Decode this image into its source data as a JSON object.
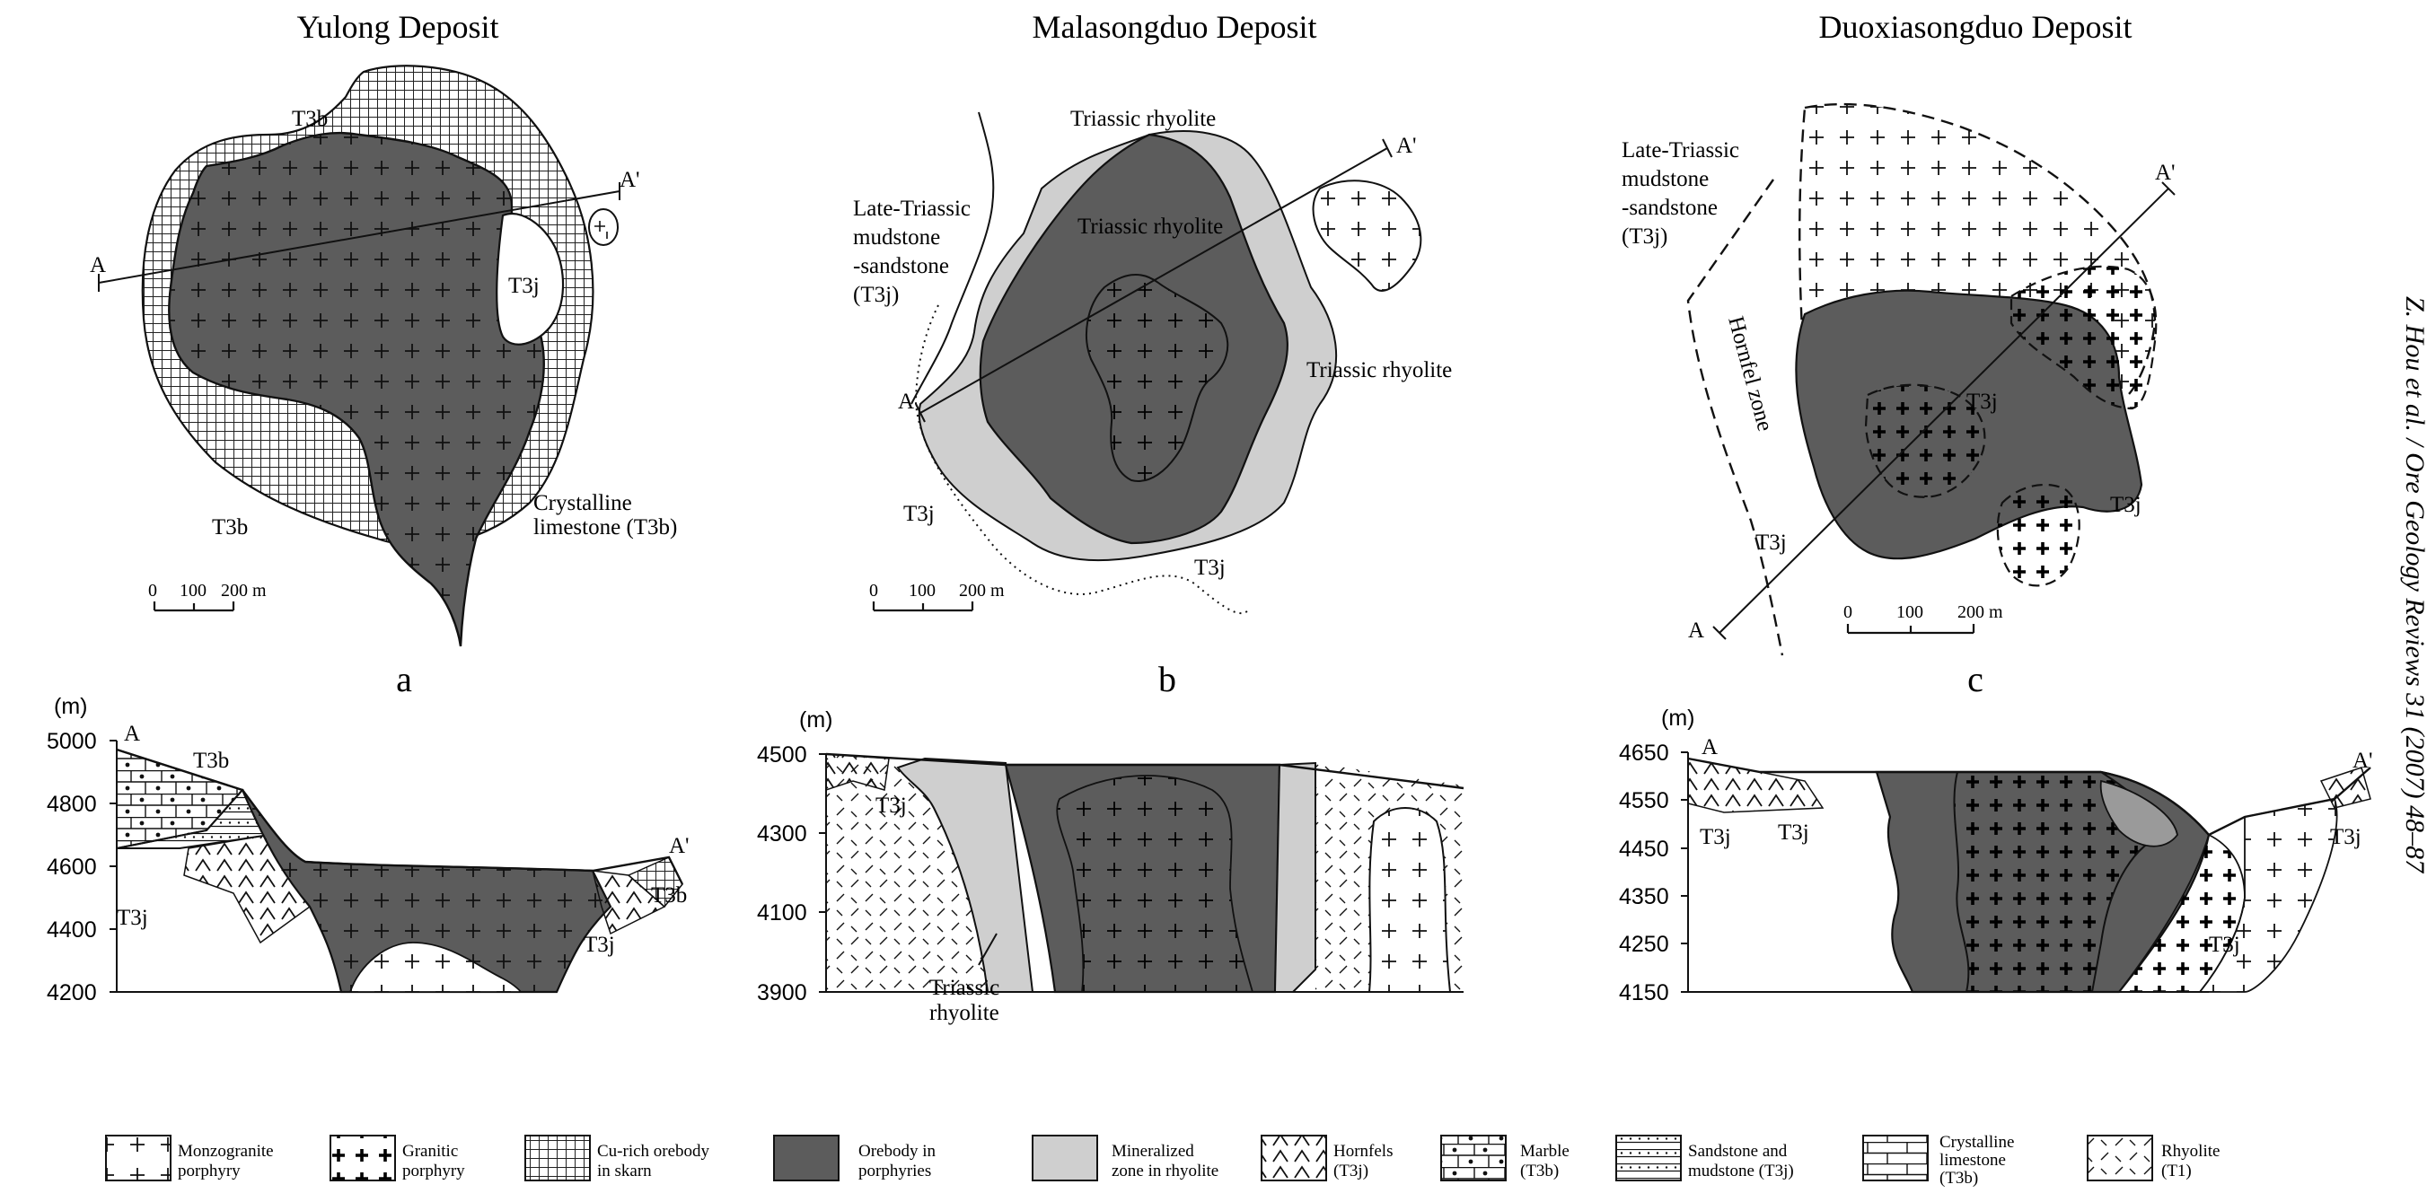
{
  "maps": [
    {
      "title": "Yulong Deposit",
      "panel": "a",
      "labels": [
        "T3b",
        "T3j",
        "T3b",
        "Crystalline",
        "limestone (T3b)"
      ],
      "section": {
        "start": "A",
        "end": "A'"
      },
      "scalebar": {
        "ticks": [
          "0",
          "100",
          "200 m"
        ]
      }
    },
    {
      "title": "Malasongduo Deposit",
      "panel": "b",
      "labels": [
        "Triassic rhyolite",
        "Triassic rhyolite",
        "Triassic rhyolite",
        "Late-Triassic",
        "mudstone",
        "-sandstone",
        "(T3j)",
        "T3j",
        "T3j"
      ],
      "section": {
        "start": "A",
        "end": "A'"
      },
      "scalebar": {
        "ticks": [
          "0",
          "100",
          "200 m"
        ]
      }
    },
    {
      "title": "Duoxiasongduo Deposit",
      "panel": "c",
      "labels": [
        "Late-Triassic",
        "mudstone",
        "-sandstone",
        "(T3j)",
        "Hornfel zone",
        "T3j",
        "T3j",
        "T3j"
      ],
      "section": {
        "start": "A",
        "end": "A'"
      },
      "scalebar": {
        "ticks": [
          "0",
          "100",
          "200 m"
        ]
      }
    }
  ],
  "sections": [
    {
      "unit": "(m)",
      "yticks": [
        "5000",
        "4800",
        "4600",
        "4400",
        "4200"
      ],
      "labels": [
        "A",
        "A'",
        "T3b",
        "T3b",
        "T3j",
        "T3j"
      ]
    },
    {
      "unit": "(m)",
      "yticks": [
        "4500",
        "4300",
        "4100",
        "3900"
      ],
      "labels": [
        "T3j",
        "Triassic",
        "rhyolite"
      ]
    },
    {
      "unit": "(m)",
      "yticks": [
        "4650",
        "4550",
        "4450",
        "4350",
        "4250",
        "4150"
      ],
      "labels": [
        "A",
        "A'",
        "T3j",
        "T3j",
        "T3j",
        "T3j"
      ]
    }
  ],
  "citation": "Z. Hou et al. / Ore Geology Reviews 31 (2007) 48–87",
  "legend": [
    {
      "name": "monzogranite-porphyry",
      "lines": [
        "Monzogranite",
        "porphyry"
      ]
    },
    {
      "name": "granitic-porphyry",
      "lines": [
        "Granitic",
        "porphyry"
      ]
    },
    {
      "name": "cu-rich-orebody",
      "lines": [
        "Cu-rich orebody",
        "in skarn"
      ]
    },
    {
      "name": "orebody-porphyries",
      "lines": [
        "Orebody in",
        "porphyries"
      ]
    },
    {
      "name": "mineralized-zone",
      "lines": [
        "Mineralized",
        "zone in rhyolite"
      ]
    },
    {
      "name": "hornfels",
      "lines": [
        "Hornfels",
        "(T3j)"
      ]
    },
    {
      "name": "marble",
      "lines": [
        "Marble",
        "(T3b)"
      ]
    },
    {
      "name": "sandstone-mudstone",
      "lines": [
        "Sandstone and",
        "mudstone (T3j)"
      ]
    },
    {
      "name": "crystalline-limestone",
      "lines": [
        "Crystalline",
        "limestone",
        "(T3b)"
      ]
    },
    {
      "name": "rhyolite",
      "lines": [
        "Rhyolite",
        "(T1)"
      ]
    }
  ],
  "colors": {
    "orebody": "#5c5c5c",
    "mineralized": "#cfcfcf",
    "line": "#111111",
    "paper": "#ffffff"
  }
}
